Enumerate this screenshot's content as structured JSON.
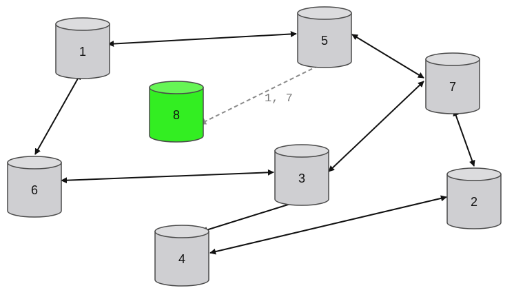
{
  "nodes": [
    {
      "id": "1",
      "label": "1",
      "fill": "#cfcfd2",
      "top": "#dcdcde"
    },
    {
      "id": "5",
      "label": "5",
      "fill": "#cfcfd2",
      "top": "#dcdcde"
    },
    {
      "id": "7",
      "label": "7",
      "fill": "#cfcfd2",
      "top": "#dcdcde"
    },
    {
      "id": "8",
      "label": "8",
      "fill": "#33ee22",
      "top": "#66f555"
    },
    {
      "id": "6",
      "label": "6",
      "fill": "#cfcfd2",
      "top": "#dcdcde"
    },
    {
      "id": "3",
      "label": "3",
      "fill": "#cfcfd2",
      "top": "#dcdcde"
    },
    {
      "id": "2",
      "label": "2",
      "fill": "#cfcfd2",
      "top": "#dcdcde"
    },
    {
      "id": "4",
      "label": "4",
      "fill": "#cfcfd2",
      "top": "#dcdcde"
    }
  ],
  "edges": [
    {
      "from": "1",
      "to": "5",
      "style": "solid",
      "direction": "both"
    },
    {
      "from": "5",
      "to": "7",
      "style": "solid",
      "direction": "both"
    },
    {
      "from": "1",
      "to": "6",
      "style": "solid",
      "direction": "both"
    },
    {
      "from": "7",
      "to": "3",
      "style": "solid",
      "direction": "both"
    },
    {
      "from": "7",
      "to": "2",
      "style": "solid",
      "direction": "both"
    },
    {
      "from": "6",
      "to": "3",
      "style": "solid",
      "direction": "both"
    },
    {
      "from": "3",
      "to": "4",
      "style": "solid",
      "direction": "both"
    },
    {
      "from": "2",
      "to": "4",
      "style": "solid",
      "direction": "both"
    },
    {
      "from": "5",
      "to": "8",
      "style": "dashed",
      "direction": "to",
      "label": "1, 7"
    }
  ],
  "colors": {
    "edge": "#111111",
    "dashed_edge": "#8a8a8a",
    "cylinder_stroke": "#4a4a4a"
  }
}
